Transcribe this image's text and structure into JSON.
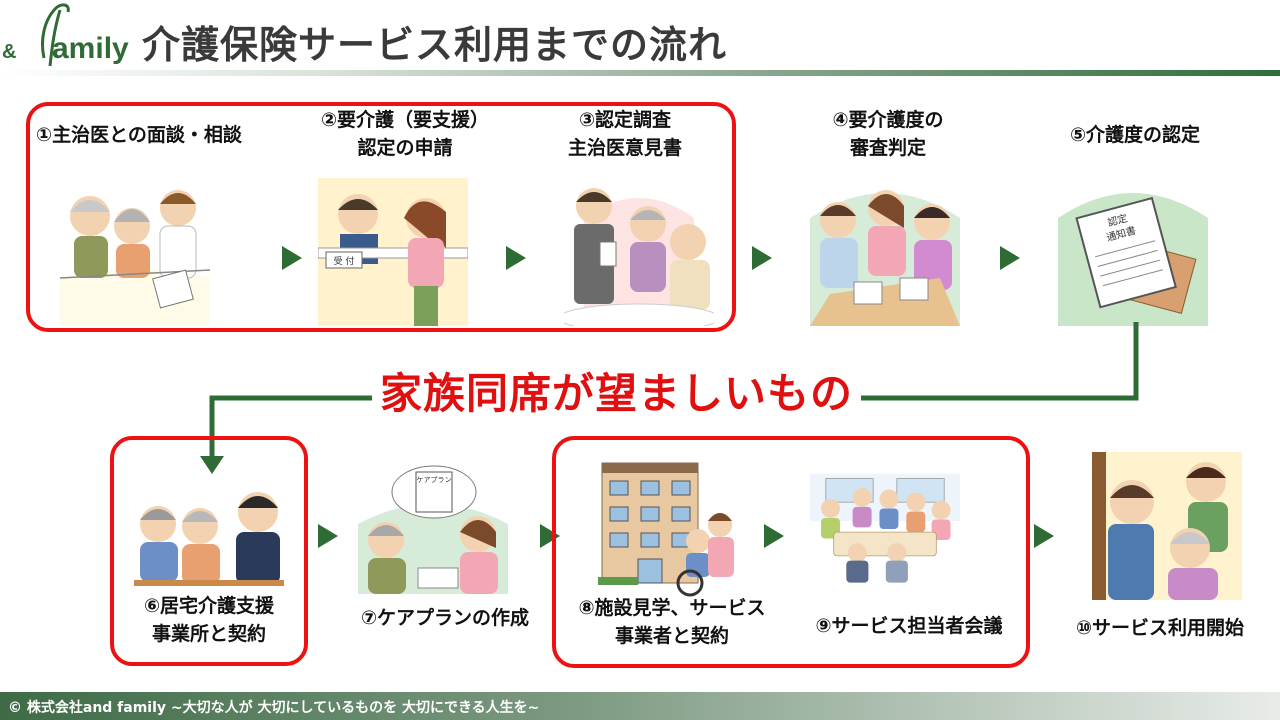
{
  "header": {
    "logo_text": "&family",
    "title": "介護保険サービス利用までの流れ"
  },
  "steps": [
    {
      "id": 1,
      "lines": [
        "①主治医との面談・相談"
      ]
    },
    {
      "id": 2,
      "lines": [
        "②要介護（要支援）",
        "認定の申請"
      ]
    },
    {
      "id": 3,
      "lines": [
        "③認定調査",
        "主治医意見書"
      ]
    },
    {
      "id": 4,
      "lines": [
        "④要介護度の",
        "審査判定"
      ]
    },
    {
      "id": 5,
      "lines": [
        "⑤介護度の認定"
      ]
    },
    {
      "id": 6,
      "lines": [
        "⑥居宅介護支援",
        "事業所と契約"
      ]
    },
    {
      "id": 7,
      "lines": [
        "⑦ケアプランの作成"
      ]
    },
    {
      "id": 8,
      "lines": [
        "⑧施設見学、サービス",
        "事業者と契約"
      ]
    },
    {
      "id": 9,
      "lines": [
        "⑨サービス担当者会議"
      ]
    },
    {
      "id": 10,
      "lines": [
        "⑩サービス利用開始"
      ]
    }
  ],
  "illustration_text": {
    "reception_sign": "受 付",
    "certificate": [
      "認定",
      "通知書"
    ],
    "care_plan_sheet": "ケアプラン"
  },
  "note": "家族同席が望ましいもの",
  "footer": "© 株式会社and family ~大切な人が 大切にしているものを 大切にできる人生を~",
  "colors": {
    "arrow_green": "#2e6b35",
    "highlight_red": "#ee1111",
    "note_red": "#e01010"
  }
}
